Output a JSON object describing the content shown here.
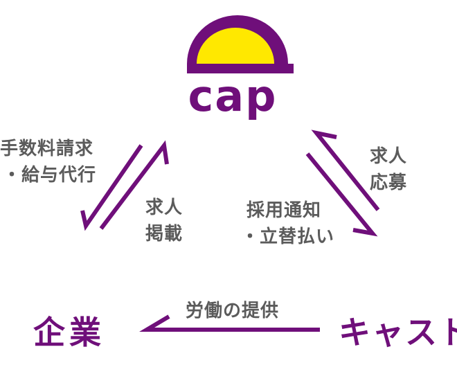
{
  "logo": {
    "text": "cap",
    "colors": {
      "purple": "#6f0f7a",
      "yellow": "#ffe800"
    }
  },
  "nodes": {
    "company": "企業",
    "cast": "キャスト"
  },
  "edges": {
    "fee": [
      "手数料請求",
      "・給与代行"
    ],
    "job_post": [
      "求人",
      "掲載"
    ],
    "job_apply": [
      "求人",
      "応募"
    ],
    "hire_notice": [
      "採用通知",
      "・立替払い"
    ],
    "labor": "労働の提供"
  }
}
